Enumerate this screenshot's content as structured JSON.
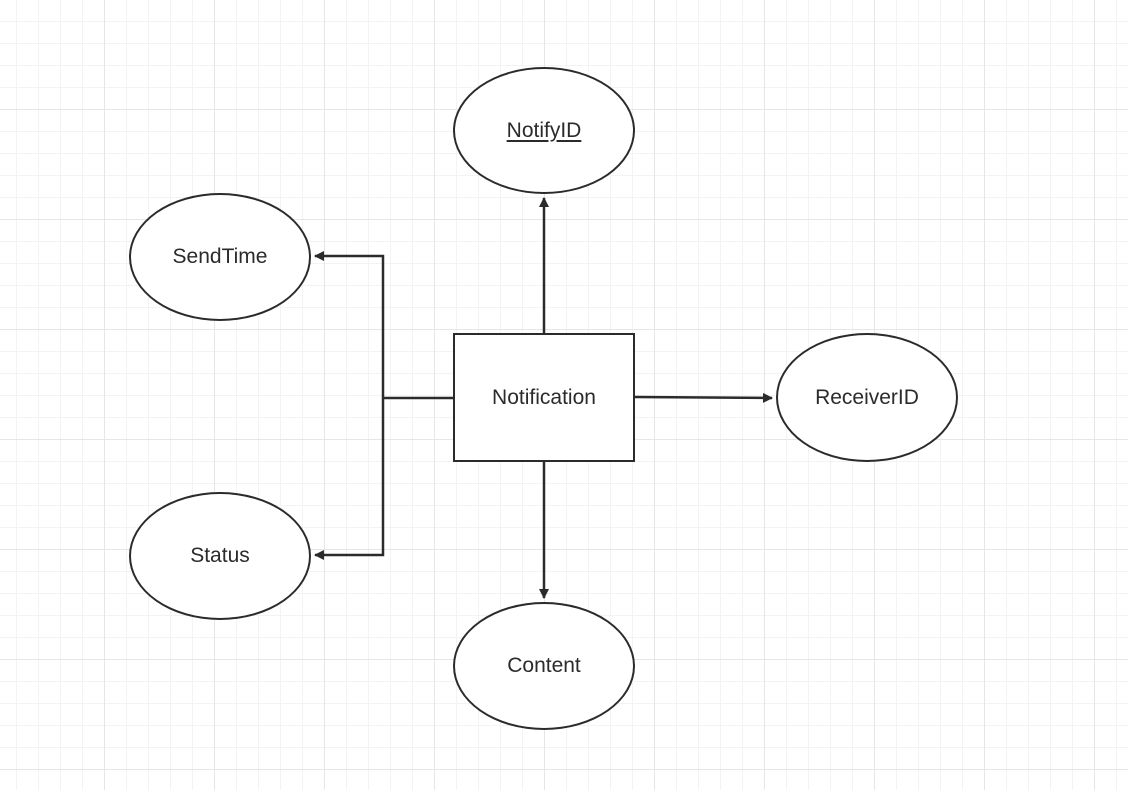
{
  "diagram": {
    "entity": {
      "label": "Notification"
    },
    "attributes": {
      "notify_id": {
        "label": "NotifyID",
        "primary_key": true
      },
      "send_time": {
        "label": "SendTime"
      },
      "status": {
        "label": "Status"
      },
      "receiver_id": {
        "label": "ReceiverID"
      },
      "content": {
        "label": "Content"
      }
    },
    "edges": [
      {
        "from": "Notification",
        "to": "NotifyID"
      },
      {
        "from": "Notification",
        "to": "SendTime"
      },
      {
        "from": "Notification",
        "to": "Status"
      },
      {
        "from": "Notification",
        "to": "ReceiverID"
      },
      {
        "from": "Notification",
        "to": "Content"
      }
    ],
    "colors": {
      "stroke": "#2b2b2b",
      "background": "#ffffff",
      "grid_major": "#e6e6e6",
      "grid_minor": "#f3f3f3"
    }
  }
}
